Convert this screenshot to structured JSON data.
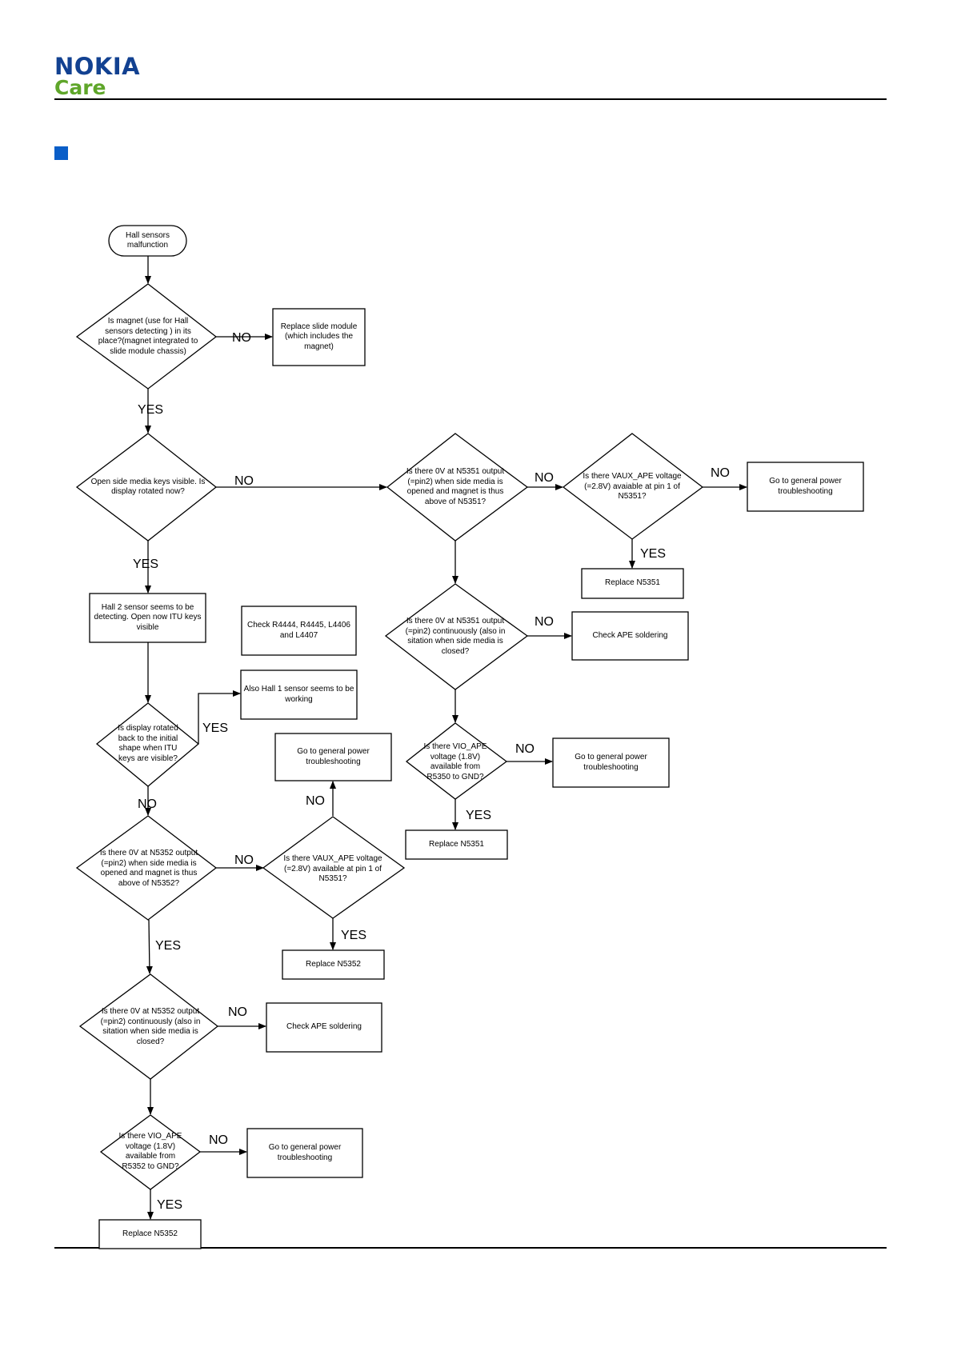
{
  "brand": {
    "name": "NOKIA",
    "sub": "Care",
    "colors": {
      "nokia": "#124191",
      "care": "#5fa62a",
      "bullet": "#0a5ec8"
    }
  },
  "flow": {
    "start": "Hall sensors malfunction",
    "q_magnet": "Is magnet (use for Hall sensors detecting ) in its place?(magnet integrated to slide module chassis)",
    "replace_slide": "Replace slide module (which includes the magnet)",
    "q_open_side": "Open side media keys visible. Is display rotated now?",
    "q_n5351_out": "Is there 0V at N5351 output (=pin2) when side media is opened and magnet is thus above of N5351?",
    "q_vaux_n5351": "Is there VAUX_APE voltage (=2.8V) avaiable at pin 1 of N5351?",
    "gp_top": "Go to general power troubleshooting",
    "replace_n5351_top": "Replace N5351",
    "hall2": "Hall 2 sensor seems to be detecting. Open now ITU keys visible",
    "check_r": "Check R4444, R4445, L4406 and L4407",
    "q_n5351_cont": "Is there 0V at N5351 output (=pin2) continuously (also in sitation when side media is closed?",
    "check_ape_right": "Check APE soldering",
    "also_hall1": "Also Hall 1 sensor seems to be working",
    "q_rotated_back": "Is display rotated back to the initial shape when ITU keys are visible?",
    "gp_middle": "Go to general power troubleshooting",
    "q_vio_n5351": "Is there VIO_APE voltage (1.8V) available from R5350 to GND?",
    "gp_right_low": "Go to general power troubleshooting",
    "replace_n5351_low": "Replace N5351",
    "q_n5352_out": "Is there 0V at N5352 output (=pin2) when side media is opened and magnet is thus above of N5352?",
    "q_vaux_n5352": "Is there VAUX_APE voltage (=2.8V) available at pin 1 of N5351?",
    "replace_n5352_mid": "Replace N5352",
    "q_n5352_cont": "Is there 0V at N5352 output (=pin2) continuously (also in sitation when side media is closed?",
    "check_ape_left": "Check APE soldering",
    "q_vio_n5352": "Is there VIO_APE voltage (1.8V) available from R5352 to GND?",
    "gp_bottom": "Go to general power troubleshooting",
    "replace_n5352_bottom": "Replace N5352",
    "yes": "YES",
    "no": "NO"
  }
}
